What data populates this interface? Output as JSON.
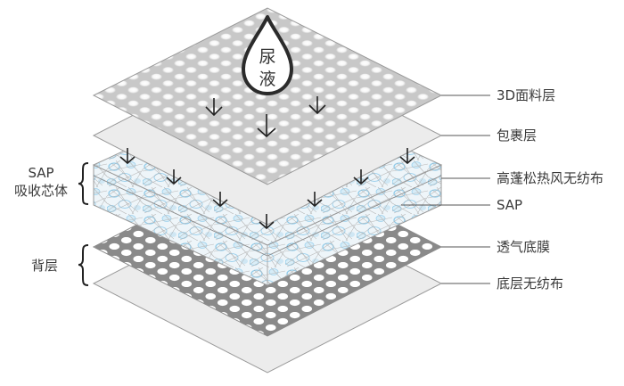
{
  "diagram": {
    "drop": {
      "line1": "尿",
      "line2": "液"
    },
    "right_labels": [
      {
        "id": "top-sheet",
        "text": "3D面料层"
      },
      {
        "id": "wrap-layer",
        "text": "包裹层"
      },
      {
        "id": "adl-layer",
        "text": "高蓬松热风无纺布"
      },
      {
        "id": "sap-layer",
        "text": "SAP"
      },
      {
        "id": "breathable-film",
        "text": "透气底膜"
      },
      {
        "id": "back-nonwoven",
        "text": "底层无纺布"
      }
    ],
    "left_groups": [
      {
        "id": "core-group",
        "line1": "SAP",
        "line2": "吸收芯体"
      },
      {
        "id": "back-group",
        "line1": "背层"
      }
    ],
    "colors": {
      "outline": "#9a9a9a",
      "sheet_fill": "#ececec",
      "film_fill": "#8a8a8a",
      "sap_blue": "#a9d6ee",
      "leader_line": "#555555",
      "arrow": "#222222",
      "text": "#3a3a3a"
    }
  }
}
